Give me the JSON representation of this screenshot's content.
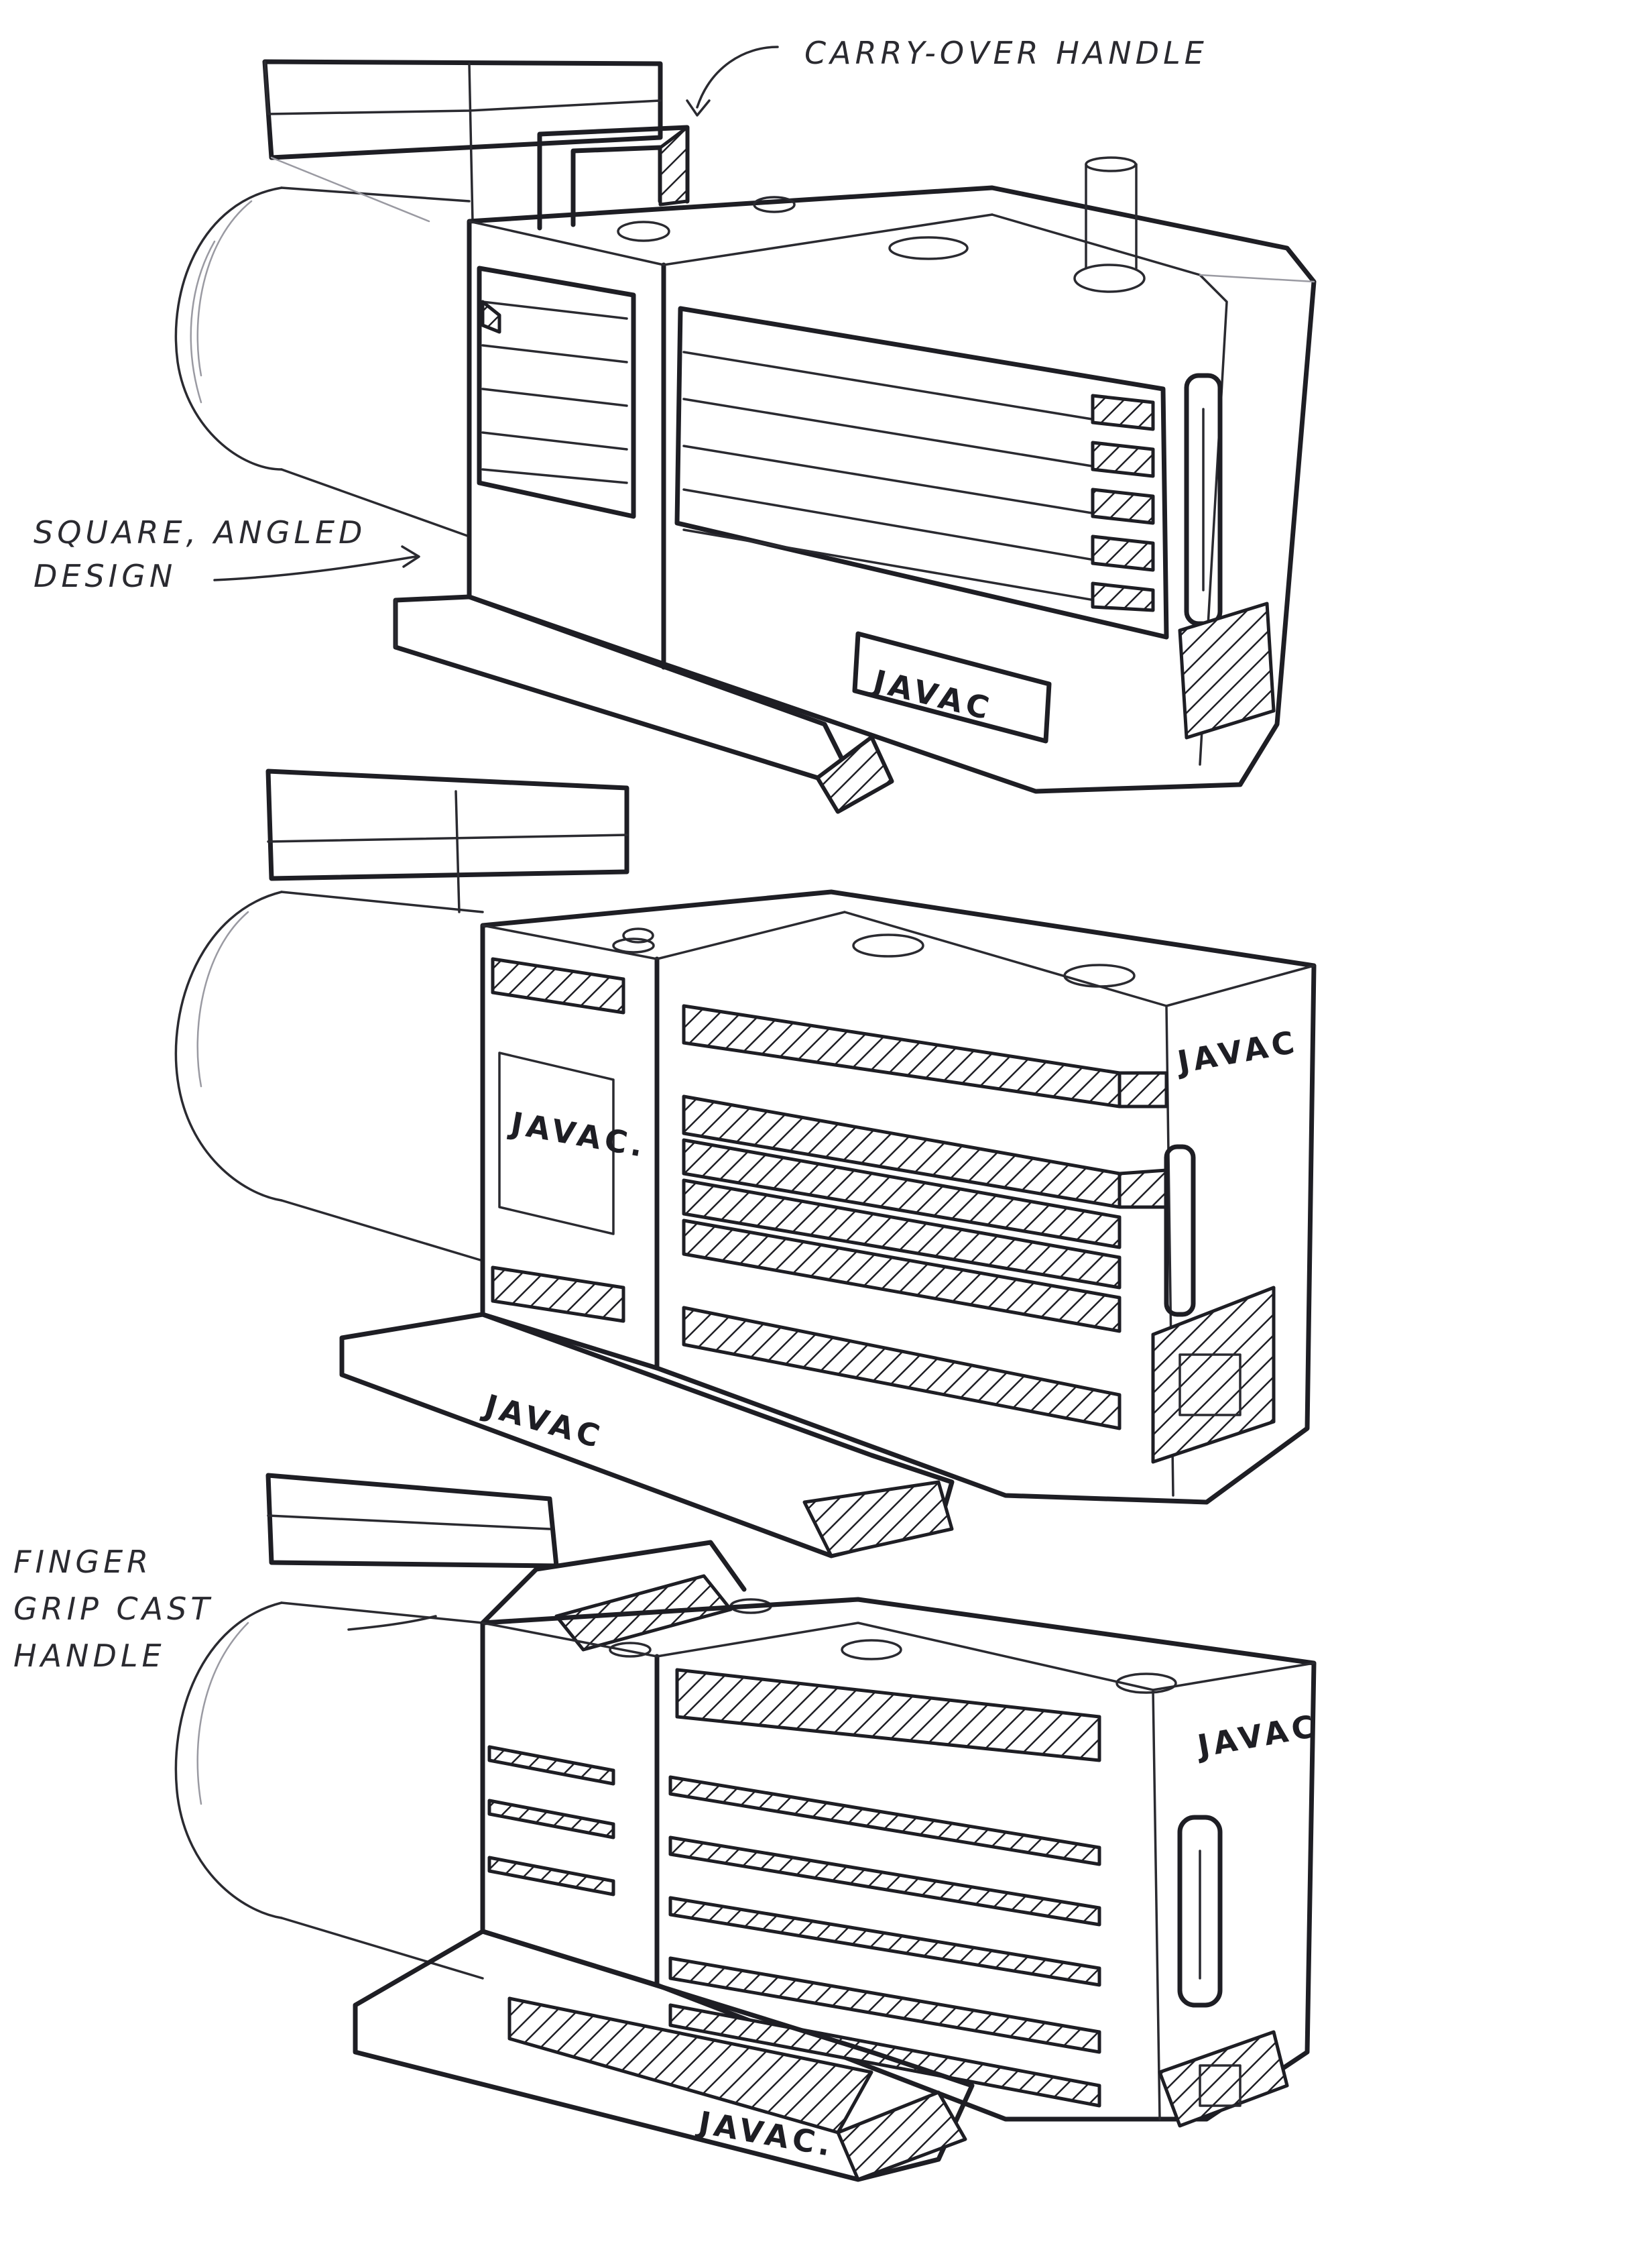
{
  "annotations": {
    "handle": "CARRY-OVER  HANDLE",
    "design_line1": "SQUARE, ANGLED",
    "design_line2": "DESIGN",
    "grip_line1": "FINGER",
    "grip_line2": "GRIP CAST",
    "grip_line3": "HANDLE"
  },
  "brand": {
    "label": "JAVAC",
    "label_dotted": "JAVAC."
  },
  "colors": {
    "ink": "#1e1e24",
    "paper": "#ffffff"
  }
}
